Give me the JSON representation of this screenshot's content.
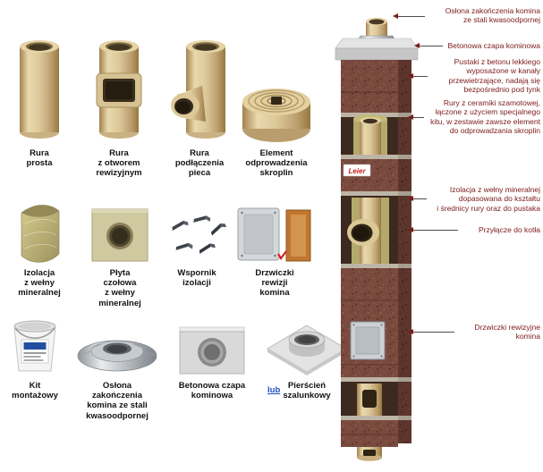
{
  "components": [
    {
      "name": "rura-prosta",
      "label": "Rura\nprosta"
    },
    {
      "name": "rura-z-otworem-rewizyjnym",
      "label": "Rura\nz otworem\nrewizyjnym"
    },
    {
      "name": "rura-podlaczenia-pieca",
      "label": "Rura\npodłączenia\npieca"
    },
    {
      "name": "element-odprowadzenia-skroplin",
      "label": "Element\nodprowadzenia\nskroplin"
    },
    {
      "name": "izolacja-z-welny-mineralnej",
      "label": "Izolacja\nz wełny\nmineralnej"
    },
    {
      "name": "plyta-czolowa",
      "label": "Płyta\nczołowa\nz wełny\nmineralnej"
    },
    {
      "name": "wspornik-izolacji",
      "label": "Wspornik\nizolacji"
    },
    {
      "name": "drzwiczki-rewizji-komina",
      "label": "Drzwiczki\nrewizji\nkomina"
    },
    {
      "name": "kit-montazowy",
      "label": "Kit\nmontażowy"
    },
    {
      "name": "oslona-zakonczenia-komina",
      "label": "Osłona\nzakończenia\nkomina ze stali\nkwasoodpornej"
    },
    {
      "name": "betonowa-czapa-kominowa",
      "label": "Betonowa czapa\nkominowa"
    },
    {
      "name": "pierscien-szalunkowy",
      "label": "Pierścień\nszalunkowy"
    }
  ],
  "or_label": "lub",
  "chimney": {
    "logo": "Leier"
  },
  "callouts": [
    {
      "text": "Osłona zakończenia komina\nze stali kwasoodpornej"
    },
    {
      "text": "Betonowa czapa kominowa"
    },
    {
      "text": "Pustaki z betonu lekkiego\nwyposażone w kanały\nprzewietrzające, nadają się\nbezpośrednio pod tynk"
    },
    {
      "text": "Rury z ceramiki szamotowej,\nłączone z użyciem specjalnego\nkitu, w zestawie zawsze element\ndo odprowadzania skroplin"
    },
    {
      "text": "Izolacja z wełny mineralnej\ndopasowana do kształtu\ni średnicy rury oraz do pustaka"
    },
    {
      "text": "Przyłącze do kotła"
    },
    {
      "text": "Drzwiczki rewizyjne\nkomina"
    }
  ],
  "colors": {
    "callout_text": "#7d1a1a",
    "ceramic": "#d8c493",
    "brick": "#7a4a3f",
    "mineral_wool": "#b3a96b",
    "concrete": "#cfcfcf",
    "link_blue": "#1b4fbf"
  }
}
